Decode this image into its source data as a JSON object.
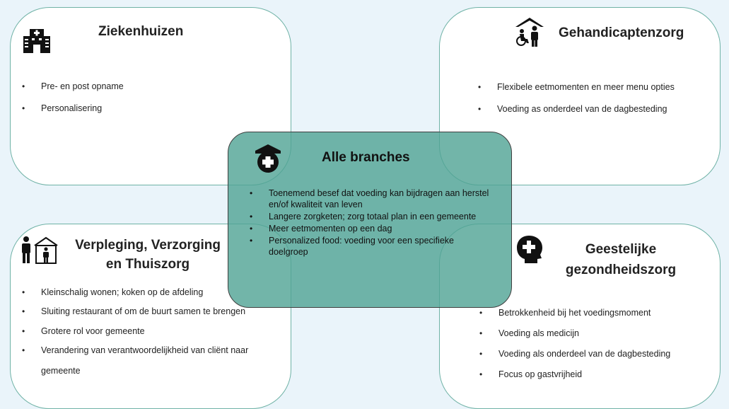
{
  "panels": {
    "ziekenhuizen": {
      "title": "Ziekenhuizen",
      "icon": "hospital-icon",
      "items": [
        "Pre- en post opname",
        "Personalisering"
      ]
    },
    "gehandicaptenzorg": {
      "title": "Gehandicaptenzorg",
      "icon": "disability-care-icon",
      "items": [
        "Flexibele eetmomenten en meer menu opties",
        "Voeding as onderdeel van de dagbesteding"
      ]
    },
    "verpleging": {
      "title_line1": "Verpleging, Verzorging",
      "title_line2": "en Thuiszorg",
      "icon": "home-care-icon",
      "items": [
        "Kleinschalig wonen; koken op de afdeling",
        "Sluiting restaurant of om de buurt samen te brengen",
        "Grotere rol voor gemeente",
        "Verandering van verantwoordelijkheid van cliënt naar gemeente"
      ]
    },
    "ggz": {
      "title_line1": "Geestelijke",
      "title_line2": "gezondheidszorg",
      "icon": "mental-health-icon",
      "items": [
        "Betrokkenheid bij het voedingsmoment",
        "Voeding als medicijn",
        "Voeding als onderdeel van de dagbesteding",
        "Focus op gastvrijheid"
      ]
    }
  },
  "center": {
    "title": "Alle branches",
    "icon": "healthcare-shield-icon",
    "items": [
      "Toenemend besef dat voeding kan bijdragen aan herstel en/of kwaliteit van leven",
      "Langere zorgketen; zorg totaal plan in een gemeente",
      "Meer eetmomenten op een dag",
      "Personalized food: voeding voor een specifieke doelgroep"
    ]
  },
  "colors": {
    "background": "#eaf4fa",
    "panel_border": "#6fb2a6",
    "center_fill": "#4fa393",
    "center_border": "#3f3f3f"
  }
}
